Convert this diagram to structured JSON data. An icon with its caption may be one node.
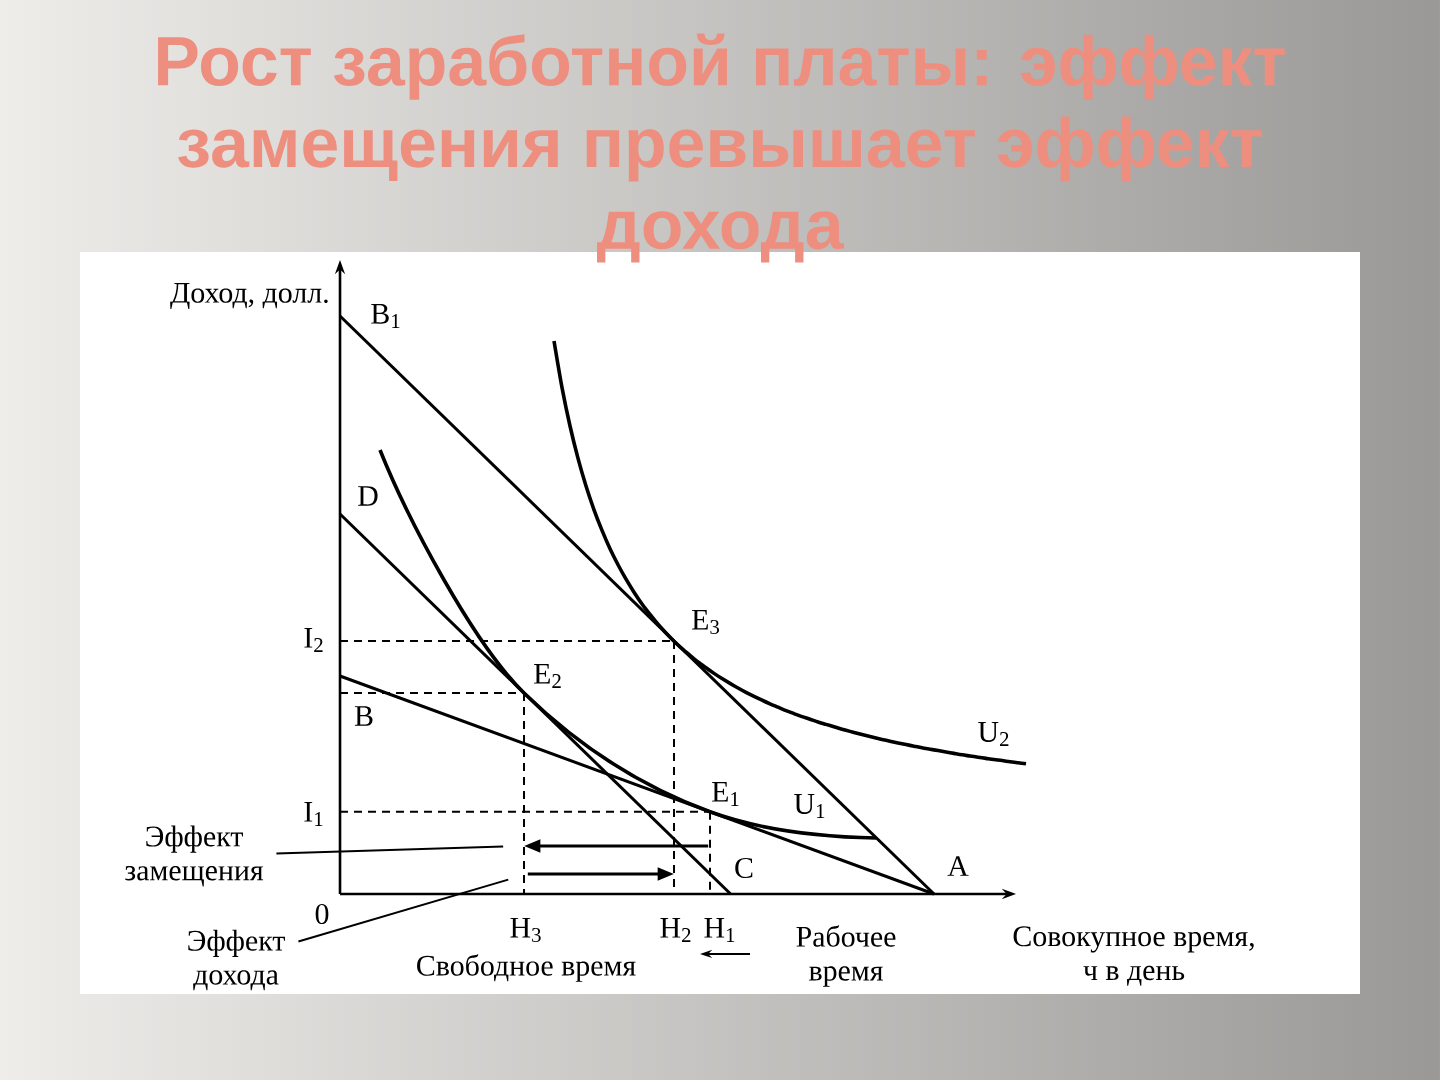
{
  "diagram": {
    "title": "Рост заработной платы: эффект замещения превышает эффект дохода",
    "nodes": [
      {
        "text": [
          "Эффект замещения"
        ]
      },
      {
        "text": [],
        "shape": "arrow"
      },
      {
        "text": [
          "Эффект дохода"
        ]
      },
      {
        "text": [],
        "shape": "arrow"
      }
    ],
    "edges": [
      {
        "from": 0,
        "to": 1,
        "arrow": "none"
      },
      {
        "from": 2,
        "to": 3,
        "arrow": "none"
      }
    ],
    "labels": [
      "Доход, долл.",
      "B$_{1}$",
      "D",
      "I$_{2}$",
      "E$_{3}$",
      "E$_{2}$",
      "B",
      "U$_{2}$",
      "E$_{1}$",
      "I$_{1}$",
      "U$_{1}$",
      "C",
      "A",
      "0",
      "H$_{3}$",
      "H$_{2}$",
      "H$_{1}$",
      "Рабочее время",
      "Совокупное время, ч в день",
      "Свободное время"
    ]
  }
}
